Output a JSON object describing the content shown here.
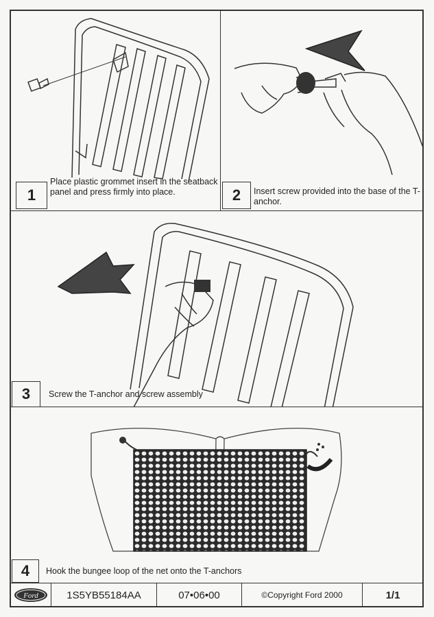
{
  "steps": [
    {
      "number": "1",
      "caption": "Place plastic grommet insert in the seatback panel and press firmly into place."
    },
    {
      "number": "2",
      "caption": "Insert screw provided into the base of the T-anchor."
    },
    {
      "number": "3",
      "caption": "Screw the T-anchor and screw assembly"
    },
    {
      "number": "4",
      "caption": "Hook the bungee loop of the net onto the T-anchors"
    }
  ],
  "footer": {
    "logo_text": "Ford",
    "part_number": "1S5YB55184AA",
    "date": "07•06•00",
    "copyright": "©Copyright Ford 2000",
    "page": "1/1"
  }
}
